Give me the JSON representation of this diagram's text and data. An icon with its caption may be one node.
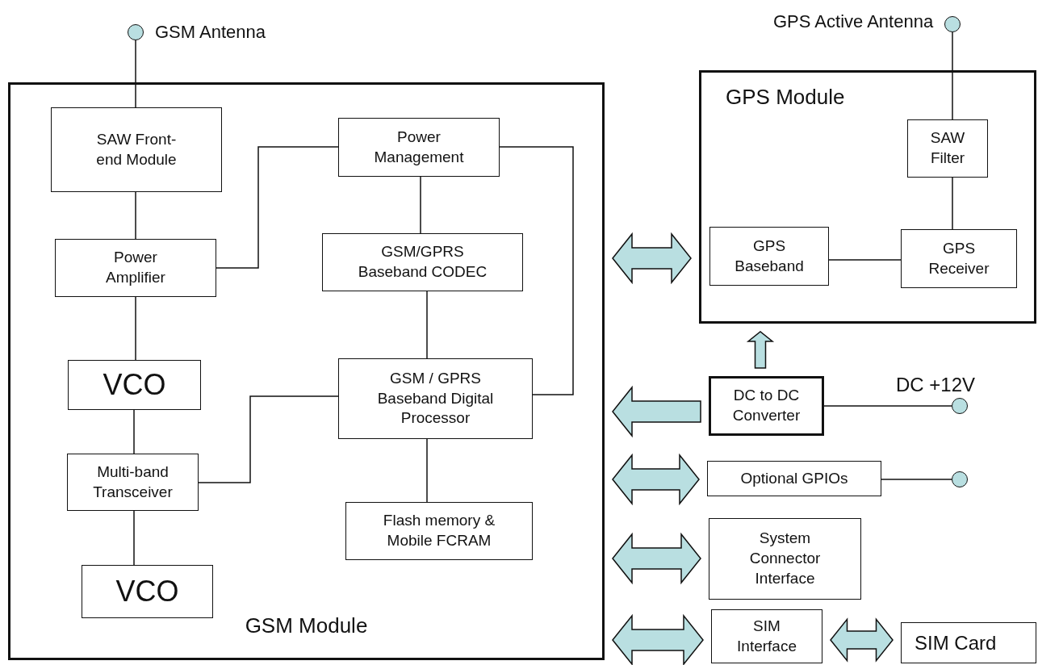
{
  "diagram": {
    "nodes": [
      {
        "text": [],
        "shape": "circle",
        "beside": [
          "GSM Antenna"
        ]
      },
      {
        "text": [
          "GSM Module"
        ]
      },
      {
        "text": [
          "SAW Front-end Module"
        ],
        "in": 1
      },
      {
        "text": [
          "Power Amplifier"
        ],
        "in": 1
      },
      {
        "text": [
          "VCO"
        ],
        "in": 1
      },
      {
        "text": [
          "Multi-band Transceiver"
        ],
        "in": 1
      },
      {
        "text": [
          "VCO"
        ],
        "in": 1
      },
      {
        "text": [
          "Power Management"
        ],
        "in": 1
      },
      {
        "text": [
          "GSM/GPRS Baseband CODEC"
        ],
        "in": 1
      },
      {
        "text": [
          "GSM / GPRS Baseband Digital Processor"
        ],
        "in": 1
      },
      {
        "text": [
          "Flash memory & Mobile FCRAM"
        ],
        "in": 1
      },
      {
        "text": [],
        "shape": "circle",
        "beside": [
          "GPS Active Antenna"
        ]
      },
      {
        "text": [
          "GPS Module"
        ]
      },
      {
        "text": [
          "SAW Filter"
        ],
        "in": 12
      },
      {
        "text": [
          "GPS Baseband"
        ],
        "in": 12
      },
      {
        "text": [
          "GPS Receiver"
        ],
        "in": 12
      },
      {
        "text": [
          "DC to DC Converter"
        ]
      },
      {
        "text": [],
        "shape": "circle",
        "beside": [
          "DC +12V"
        ]
      },
      {
        "text": [
          "Optional GPIOs"
        ]
      },
      {
        "text": [],
        "shape": "circle"
      },
      {
        "text": [
          "System Connector Interface"
        ]
      },
      {
        "text": [
          "SIM Interface"
        ]
      },
      {
        "text": [
          "SIM Card"
        ]
      }
    ],
    "edges": [
      {
        "from": 0,
        "to": 2,
        "arrow": "none"
      },
      {
        "from": 2,
        "to": 3,
        "arrow": "none"
      },
      {
        "from": 3,
        "to": 4,
        "arrow": "none"
      },
      {
        "from": 4,
        "to": 5,
        "arrow": "none"
      },
      {
        "from": 5,
        "to": 6,
        "arrow": "none"
      },
      {
        "from": 3,
        "to": 7,
        "arrow": "none"
      },
      {
        "from": 7,
        "to": 8,
        "arrow": "none"
      },
      {
        "from": 8,
        "to": 9,
        "arrow": "none"
      },
      {
        "from": 7,
        "to": 9,
        "arrow": "none"
      },
      {
        "from": 5,
        "to": 9,
        "arrow": "none"
      },
      {
        "from": 9,
        "to": 10,
        "arrow": "none"
      },
      {
        "from": 11,
        "to": 13,
        "arrow": "none"
      },
      {
        "from": 13,
        "to": 15,
        "arrow": "none"
      },
      {
        "from": 14,
        "to": 15,
        "arrow": "none"
      },
      {
        "from": 16,
        "to": 17,
        "arrow": "none"
      },
      {
        "from": 18,
        "to": 19,
        "arrow": "none"
      },
      {
        "from": 1,
        "to": 12,
        "arrow": "both",
        "style": "thick"
      },
      {
        "from": 16,
        "to": 1,
        "arrow": "to",
        "style": "thick"
      },
      {
        "from": 16,
        "to": 12,
        "arrow": "to",
        "style": "thick"
      },
      {
        "from": 1,
        "to": 18,
        "arrow": "both",
        "style": "thick"
      },
      {
        "from": 1,
        "to": 20,
        "arrow": "both",
        "style": "thick"
      },
      {
        "from": 1,
        "to": 21,
        "arrow": "both",
        "style": "thick"
      },
      {
        "from": 21,
        "to": 22,
        "arrow": "both",
        "style": "thick"
      }
    ]
  }
}
